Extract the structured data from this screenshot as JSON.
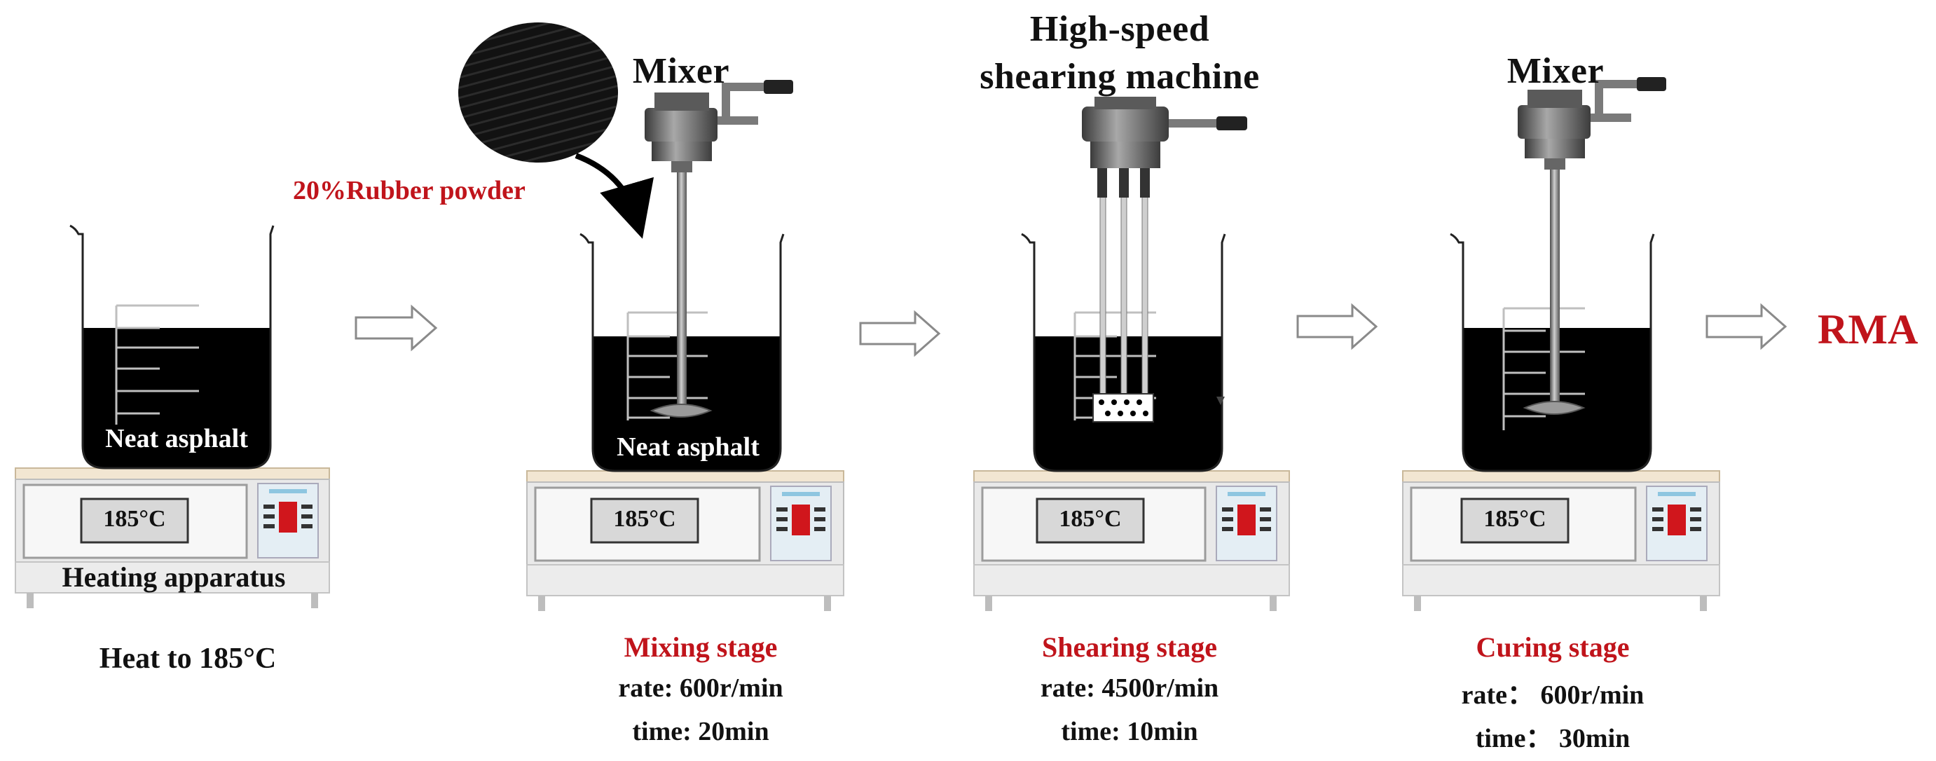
{
  "diagram": {
    "steps": [
      {
        "id": "heating",
        "equipment_label": "",
        "liquid_label": "Neat asphalt",
        "display": "185°C",
        "apparatus_label": "Heating apparatus",
        "caption": "Heat to 185°C"
      },
      {
        "id": "mixing",
        "equipment_label": "Mixer",
        "additive_label": "20%Rubber powder",
        "liquid_label": "Neat asphalt",
        "display": "185°C",
        "stage": "Mixing stage",
        "rate": "rate: 600r/min",
        "time": "time: 20min"
      },
      {
        "id": "shearing",
        "equipment_label_line1": "High-speed",
        "equipment_label_line2": "shearing machine",
        "display": "185°C",
        "stage": "Shearing stage",
        "rate": "rate: 4500r/min",
        "time": "time: 10min"
      },
      {
        "id": "curing",
        "equipment_label": "Mixer",
        "display": "185°C",
        "stage": "Curing stage",
        "rate": "rate： 600r/min",
        "time": "time： 30min"
      }
    ],
    "result": "RMA"
  },
  "colors": {
    "asphalt": "#000000",
    "stage_text": "#c0141b",
    "arrow_outline": "#8a8a8a",
    "apparatus_top": "#f2e6d2",
    "apparatus_body": "#e6e6e6",
    "display_red": "#d0161c"
  }
}
